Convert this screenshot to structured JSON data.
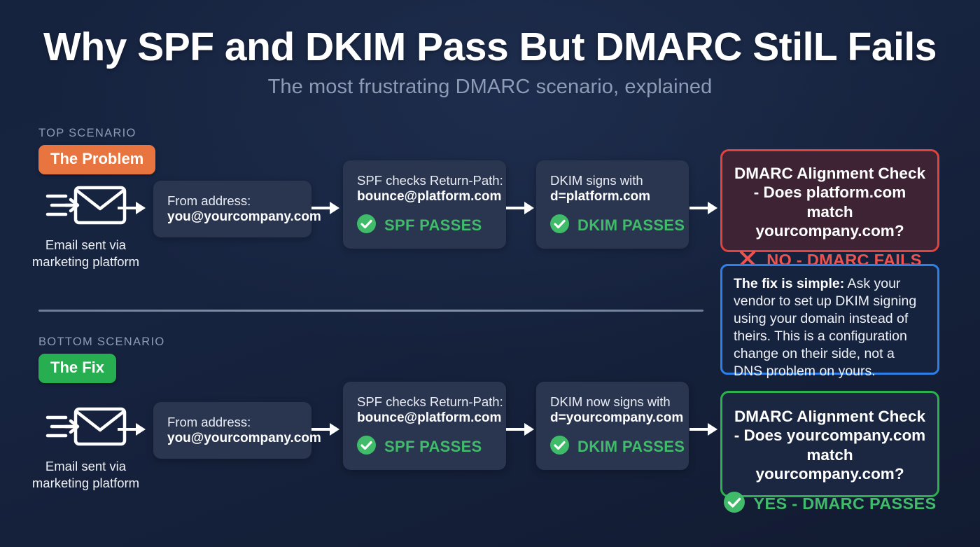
{
  "header": {
    "title": "Why SPF and DKIM Pass But DMARC StilL Fails",
    "subtitle": "The most frustrating DMARC scenario, explained"
  },
  "colors": {
    "background": "#16233f",
    "card": "#2a3550",
    "problem_badge": "#e8743f",
    "fix_badge": "#27ae50",
    "pass_green": "#3fbb6a",
    "fail_red": "#ef5350",
    "fail_border": "#e0443c",
    "pass_border": "#2bb24c",
    "note_border": "#2e7fe8",
    "muted_text": "#8d9bb5"
  },
  "top_scenario": {
    "section_label": "TOP SCENARIO",
    "badge": "The Problem",
    "source": {
      "caption": "Email sent via marketing platform",
      "icon": "email-sent-icon"
    },
    "steps": [
      {
        "line1": "From address:",
        "line2": "you@yourcompany.com"
      },
      {
        "line1": "SPF checks Return-Path:",
        "line2": "bounce@platform.com",
        "result": "SPF PASSES",
        "result_icon": "check-circle-icon"
      },
      {
        "line1": "DKIM signs with",
        "line2": "d=platform.com",
        "result": "DKIM PASSES",
        "result_icon": "check-circle-icon"
      }
    ],
    "outcome": {
      "title": "DMARC Alignment Check - Does platform.com match yourcompany.com?",
      "result": "NO - DMARC FAILS",
      "result_icon": "x-mark-icon"
    },
    "note": {
      "lead": "The fix is simple:",
      "body": " Ask your vendor to set up DKIM signing using your domain instead of theirs. This is a configuration change on their side, not a DNS problem on yours."
    }
  },
  "bottom_scenario": {
    "section_label": "BOTTOM SCENARIO",
    "badge": "The Fix",
    "source": {
      "caption": "Email sent via marketing platform",
      "icon": "email-sent-icon"
    },
    "steps": [
      {
        "line1": "From address:",
        "line2": "you@yourcompany.com"
      },
      {
        "line1": "SPF checks Return-Path:",
        "line2": "bounce@platform.com",
        "result": "SPF PASSES",
        "result_icon": "check-circle-icon"
      },
      {
        "line1": "DKIM now signs with",
        "line2": "d=yourcompany.com",
        "result": "DKIM PASSES",
        "result_icon": "check-circle-icon"
      }
    ],
    "outcome": {
      "title": "DMARC Alignment Check - Does yourcompany.com match yourcompany.com?",
      "result": "YES - DMARC PASSES",
      "result_icon": "check-circle-icon"
    }
  }
}
